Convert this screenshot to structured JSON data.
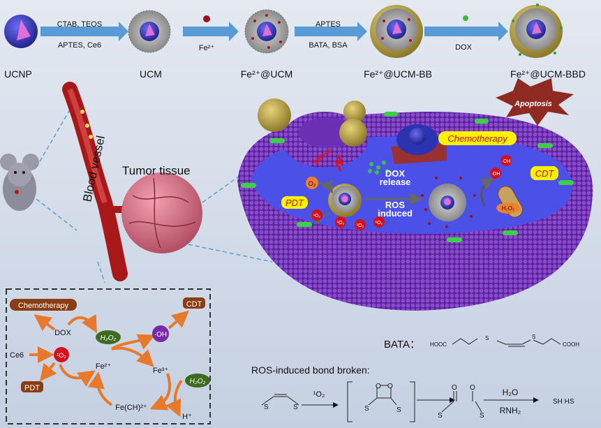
{
  "synthesis": {
    "stages": [
      "UCNP",
      "UCM",
      "Fe²⁺@UCM",
      "Fe²⁺@UCM-BB",
      "Fe²⁺@UCM-BBD"
    ],
    "steps": [
      {
        "top": "CTAB, TEOS",
        "bottom": "APTES,  Ce6"
      },
      {
        "top": "",
        "bottom": "Fe²⁺"
      },
      {
        "top": "APTES",
        "bottom": "BATA,  BSA"
      },
      {
        "top": "",
        "bottom": "DOX"
      }
    ]
  },
  "body": {
    "blood_vessel": "Blood vessel",
    "tumor_tissue": "Tumor tissue"
  },
  "cell": {
    "apoptosis": "Apoptosis",
    "chemotherapy": "Chemotherapy",
    "cdt": "CDT",
    "pdt": "PDT",
    "laser": "980nm",
    "o2": "O₂",
    "singlet_o2": "¹O₂",
    "oh": "·OH",
    "h2o2": "H₂O₂",
    "dox_release": [
      "DOX",
      "release"
    ],
    "ros_induced": [
      "ROS",
      "induced"
    ]
  },
  "mechanism": {
    "chemotherapy": "Chemotherapy",
    "cdt": "CDT",
    "pdt": "PDT",
    "dox": "DOX",
    "h2o2": "H₂O₂",
    "oh": "·OH",
    "ce6": "Ce6",
    "singlet_o2": "¹O₂",
    "fe2": "Fe²⁺",
    "fe3": "Fe³⁺",
    "feoh": "Fe(CH)²⁺",
    "h_plus": "H⁺"
  },
  "chemistry": {
    "bata_label": "BATA：",
    "hooc": "HOOC",
    "cooh": "COOH",
    "s": "S",
    "title": "ROS-induced bond broken:",
    "reagent1": "¹O₂",
    "reagent2_top": "H₂O",
    "reagent2_bottom": "RNH₂",
    "o": "O",
    "product": "SH  HS"
  },
  "colors": {
    "arrow_blue": "#5b9bd5",
    "membrane": "#6b2fb5",
    "cytoplasm": "#4b50e6",
    "label_brown": "#8b3d12",
    "orange_arrow": "#e8782a",
    "h2o2_green": "#3f6b1f",
    "oh_purple": "#7a2aa8",
    "singlet_red": "#d3101c",
    "yellow_tag": "#fff200",
    "apoptosis_star": "#8e2a22"
  }
}
